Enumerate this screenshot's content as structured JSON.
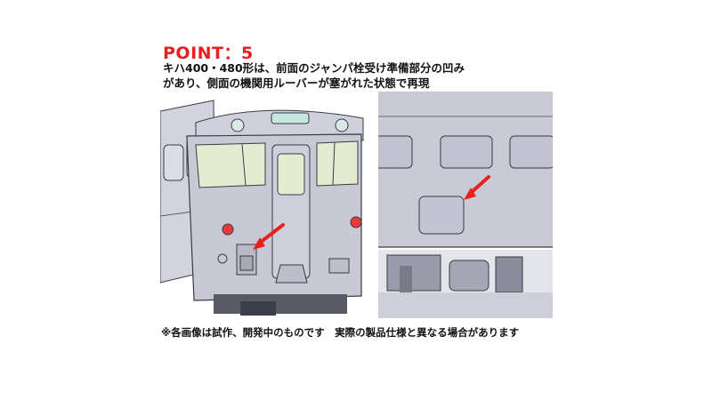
{
  "heading": "POINT：5",
  "caption": {
    "line1": "キハ400・480形は、前面のジャンパ栓受け準備部分の凹み",
    "line2": "があり、側面の機関用ルーバーが塞がれた状態で再現"
  },
  "disclaimer": "※各画像は試作、開発中のものです　実際の製品仕様と異なる場合があります",
  "colors": {
    "heading": "#e8201f",
    "arrow": "#e8201f",
    "body_gray": "#c9c9d6",
    "outline": "#3a3a44",
    "window_tint": "#e3ecd0"
  },
  "icons": {
    "left_arrow": "red-arrow-icon",
    "right_arrow": "red-arrow-icon"
  }
}
